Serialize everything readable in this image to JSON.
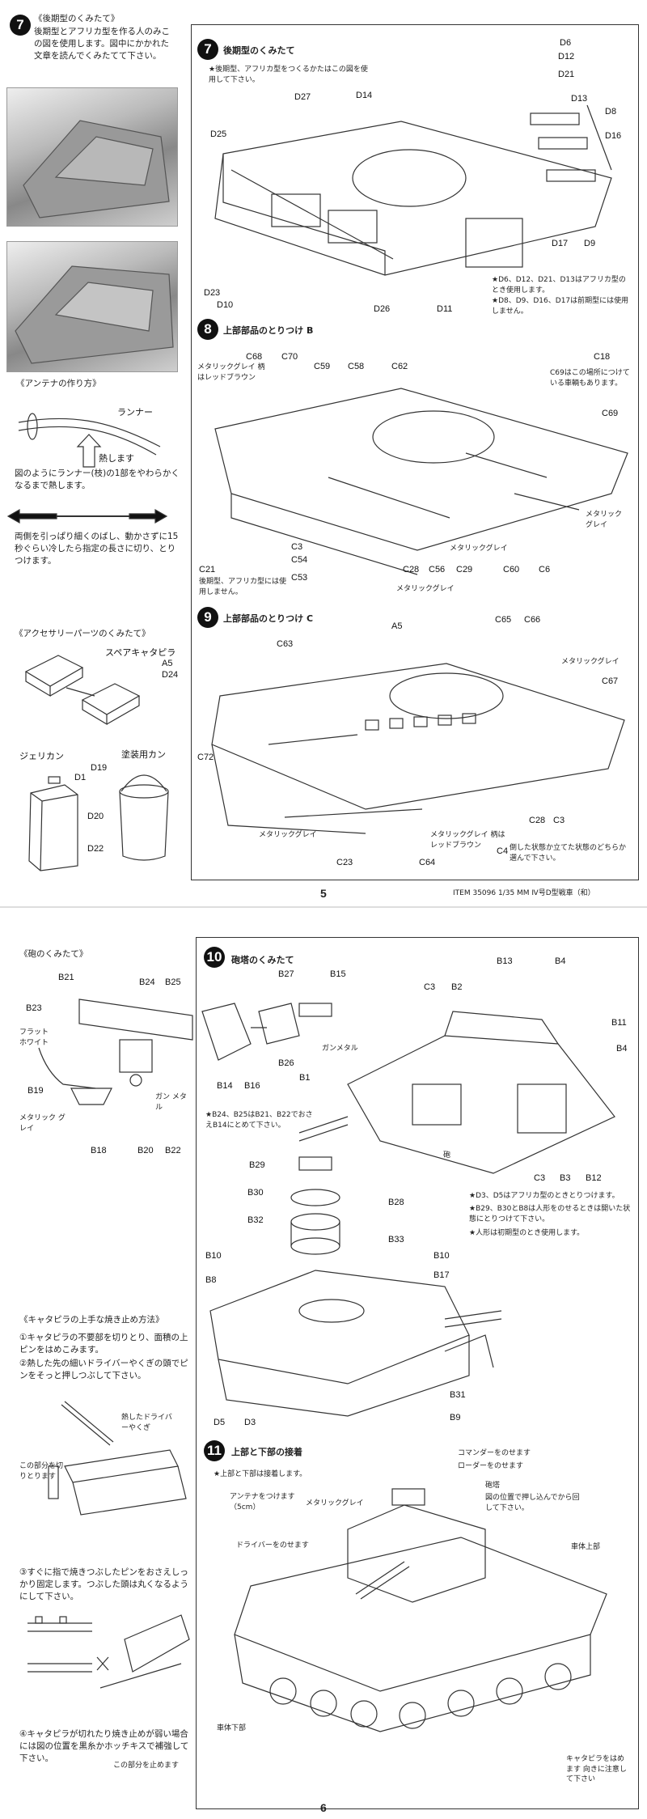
{
  "page5": {
    "left": {
      "step7": {
        "num": "7",
        "title": "《後期型のくみたて》",
        "text": "後期型とアフリカ型を作る人のみこの図を使用します。図中にかかれた文章を読んでくみたてて下さい。"
      },
      "antenna": {
        "title": "《アンテナの作り方》",
        "runner": "ランナー",
        "heat": "熱します",
        "text1": "図のようにランナー(枝)の1部をやわらかくなるまで熱します。",
        "text2": "両側を引っぱり細くのばし、動かさずに15秒ぐらい冷したら指定の長さに切り、とりつけます。"
      },
      "accessory": {
        "title": "《アクセサリーパーツのくみたて》",
        "spare_track": "スペアキャタピラ",
        "a5": "A5",
        "d24": "D24",
        "jerrycan": "ジェリカン",
        "paint_can": "塗装用カン",
        "d1": "D1",
        "d19": "D19",
        "d20": "D20",
        "d22": "D22"
      }
    },
    "step7": {
      "num": "7",
      "title": "後期型のくみたて",
      "note": "★後期型、アフリカ型をつくるかたはこの図を使用して下さい。",
      "labels": [
        "D6",
        "D12",
        "D21",
        "D13",
        "D8",
        "D16",
        "D27",
        "D14",
        "D25",
        "D17",
        "D9",
        "D23",
        "D10",
        "D26",
        "D11"
      ],
      "note2": "★D6、D12、D21、D13はアフリカ型のとき使用します。",
      "note3": "★D8、D9、D16、D17は前期型には使用しません。"
    },
    "step8": {
      "num": "8",
      "title": "上部部品のとりつけ B",
      "labels": [
        "C68",
        "C70",
        "C59",
        "C58",
        "C62",
        "C18",
        "C69",
        "C3",
        "C54",
        "C53",
        "C21",
        "C28",
        "C56",
        "C29",
        "C60",
        "C6"
      ],
      "note_grey_red": "メタリックグレイ 柄はレッドブラウン",
      "note_c69": "C69はこの場所につけている車輌もあります。",
      "metallic_grey": "メタリックグレイ",
      "metallic_grey2": "メタリック グレイ",
      "note_c21": "後期型、アフリカ型には使用しません。"
    },
    "step9": {
      "num": "9",
      "title": "上部部品のとりつけ C",
      "labels": [
        "C63",
        "A5",
        "C65",
        "C66",
        "C67",
        "C72",
        "C28",
        "C3",
        "C23",
        "C64",
        "C4"
      ],
      "metallic_grey": "メタリックグレイ",
      "note_grey_red": "メタリックグレイ 柄はレッドブラウン",
      "note_c4": "倒した状態か立てた状態のどちらか選んで下さい。"
    },
    "page_number": "5",
    "footer": "ITEM 35096  1/35 MM Ⅳ号D型戦車（和）"
  },
  "page6": {
    "left": {
      "gun_title": "《砲のくみたて》",
      "labels": [
        "B21",
        "B24",
        "B25",
        "B23",
        "B19",
        "B18",
        "B20",
        "B22"
      ],
      "flat_white": "フラット ホワイト",
      "gun_metal": "ガン メタル",
      "metallic_grey": "メタリック グレイ",
      "track_title": "《キャタピラの上手な焼き止め方法》",
      "track1": "①キャタピラの不要部を切りとり、面積の上ピンをはめこみます。",
      "track2": "②熱した先の細いドライバーやくぎの頭でピンをそっと押しつぶして下さい。",
      "hot_driver": "熱したドライバーやくぎ",
      "cut_part": "この部分を切りとります",
      "track3": "③すぐに指で焼きつぶしたピンをおさえしっかり固定します。つぶした頭は丸くなるようにして下さい。",
      "track4": "④キャタピラが切れたり焼き止めが弱い場合には図の位置を黒糸かホッチキスで補強して下さい。",
      "stop_here": "この部分を止めます"
    },
    "step10": {
      "num": "10",
      "title": "砲塔のくみたて",
      "labels": [
        "B27",
        "B15",
        "B14",
        "B16",
        "B26",
        "B1",
        "B13",
        "B4",
        "C3",
        "B2",
        "B11",
        "B29",
        "B30",
        "B28",
        "B32",
        "B33",
        "B10",
        "B8",
        "B17",
        "B31",
        "B9",
        "D5",
        "D3",
        "B3",
        "B12"
      ],
      "gun_metal": "ガンメタル",
      "note_b24": "★B24、B25はB21、B22でおさえB14にとめて下さい。",
      "gun": "砲",
      "note_d": "★D3、D5はアフリカ型のときとりつけます。",
      "note_b": "★B29、B30とB8は人形をのせるときは開いた状態にとりつけて下さい。",
      "note_fig": "★人形は初期型のとき使用します。"
    },
    "step11": {
      "num": "11",
      "title": "上部と下部の接着",
      "note": "★上部と下部は接着します。",
      "commander": "コマンダーをのせます",
      "loader": "ローダーをのせます",
      "antenna": "アンテナをつけます（5cm）",
      "metallic_grey": "メタリックグレイ",
      "turret": "砲塔",
      "turret_note": "図の位置で押し込んでから回して下さい。",
      "driver": "ドライバーをのせます",
      "hull_upper": "車体上部",
      "hull_lower": "車体下部",
      "track_note": "キャタピラをはめます 向きに注意して下さい"
    },
    "page_number": "6"
  }
}
